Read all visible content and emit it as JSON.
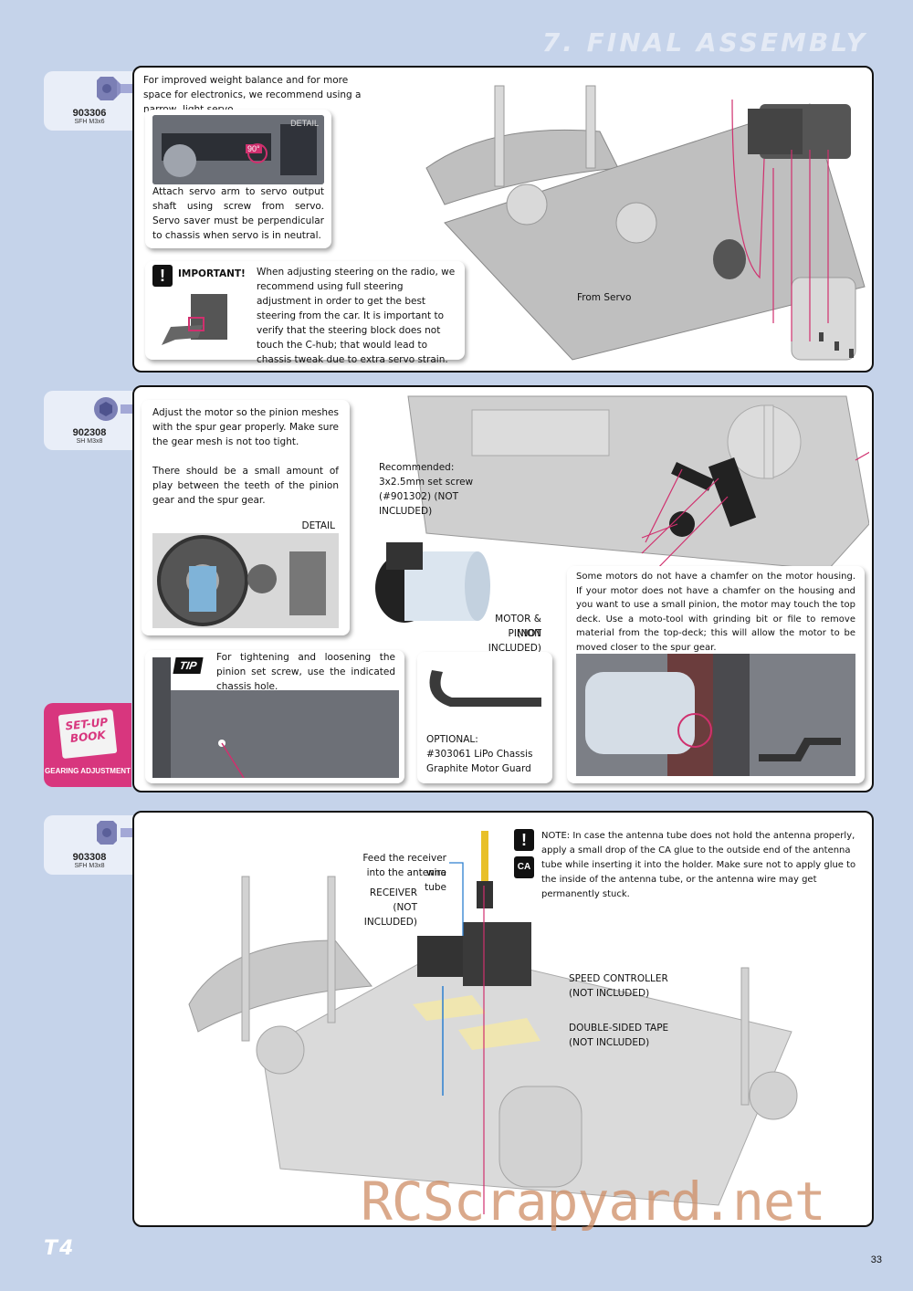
{
  "header": {
    "title": "7. FINAL ASSEMBLY"
  },
  "sections": [
    {
      "part": {
        "number": "903306",
        "desc": "SFH M3x6"
      },
      "intro": "For improved weight balance and for more space for electronics, we recommend using a narrow, light servo.",
      "detail_label": "DETAIL",
      "angle_label": "90°",
      "detail_text": "Attach servo arm to servo output shaft using screw from servo. Servo saver must be perpendicular to chassis when servo is in neutral.",
      "important_label": "IMPORTANT!",
      "important_text": "When adjusting steering on the radio, we recommend using full steering adjustment in order to get the best steering from the car. It is important to verify that the steering block does not touch the C-hub; that would lead to chassis tweak due to extra servo strain.",
      "from_servo": "From Servo"
    },
    {
      "part": {
        "number": "902308",
        "desc": "SH M3x8"
      },
      "text1": "Adjust the motor so the pinion meshes with the spur gear properly. Make sure the gear mesh is not too tight.",
      "text2": "There should be a small amount of play between the teeth of the pinion gear and the spur gear.",
      "detail_label": "DETAIL",
      "recommended": "Recommended: 3x2.5mm set screw (#901302) (NOT INCLUDED)",
      "motor_label": "MOTOR & PINION",
      "motor_sub": "(NOT INCLUDED)",
      "chamfer_text": "Some motors do not have a chamfer on the motor housing. If your motor does not have a chamfer on the housing and you want to use a small pinion, the motor may touch the top deck. Use a moto-tool with grinding bit or file to remove material from the top-deck; this will allow the motor to be moved closer to the spur gear.",
      "tip_label": "TIP",
      "tip_text": "For tightening and loosening the pinion set screw, use the indicated chassis hole.",
      "optional_1": "OPTIONAL:",
      "optional_2": "#303061 LiPo Chassis",
      "optional_3": "Graphite Motor Guard",
      "setup_book": "SET-UP BOOK",
      "setup_label": "GEARING ADJUSTMENT"
    },
    {
      "part": {
        "number": "903308",
        "desc": "SFH M3x8"
      },
      "feed_1": "Feed the receiver wire",
      "feed_2": "into the antenna tube",
      "receiver_1": "RECEIVER",
      "receiver_2": "(NOT INCLUDED)",
      "note": "NOTE: In case the antenna tube does not hold the antenna properly, apply a small drop of the CA glue to the outside end of the antenna tube while inserting it into the holder. Make sure not to apply glue to the inside of the antenna tube, or the antenna wire may get permanently stuck.",
      "ca_label": "CA",
      "speed_1": "SPEED CONTROLLER",
      "speed_2": "(NOT INCLUDED)",
      "tape_1": "DOUBLE-SIDED TAPE",
      "tape_2": "(NOT INCLUDED)"
    }
  ],
  "footer": {
    "model": "T4",
    "page": "33",
    "watermark": "RCScrapyard.net"
  },
  "colors": {
    "background": "#c5d3ea",
    "accent_pink": "#d8367e",
    "arrow": "#d0306e",
    "blue_arrow": "#2d7fd0"
  }
}
